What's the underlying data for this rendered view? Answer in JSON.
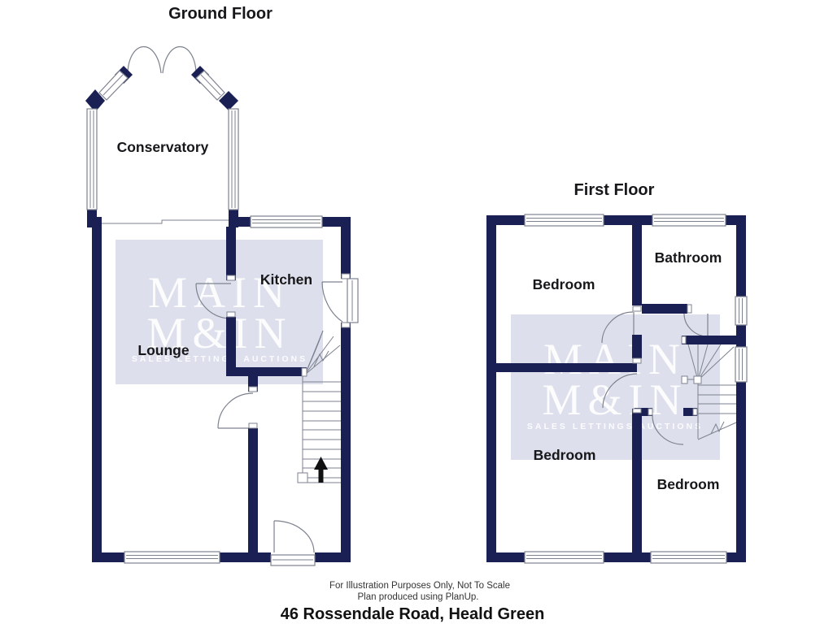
{
  "ground_floor": {
    "title": "Ground Floor",
    "rooms": {
      "conservatory": "Conservatory",
      "kitchen": "Kitchen",
      "lounge": "Lounge"
    }
  },
  "first_floor": {
    "title": "First Floor",
    "rooms": {
      "bedroom_top": "Bedroom",
      "bathroom": "Bathroom",
      "bedroom_bottom_left": "Bedroom",
      "bedroom_bottom_right": "Bedroom"
    }
  },
  "watermark": {
    "line1": "MAIN",
    "line2": "M&IN",
    "tagline": "SALES LETTINGS AUCTIONS"
  },
  "footer": {
    "disclaimer1": "For Illustration Purposes Only, Not To Scale",
    "disclaimer2": "Plan produced using PlanUp.",
    "address": "46 Rossendale Road, Heald Green"
  },
  "colors": {
    "wall": "#1a2053",
    "watermark_bg": "#dde0ec",
    "line": "#7d828f",
    "label": "#17171a"
  }
}
